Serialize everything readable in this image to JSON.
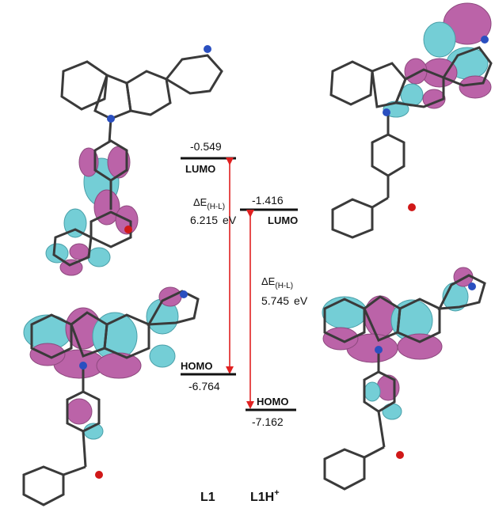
{
  "levels": {
    "l1_lumo": {
      "value": "-0.549",
      "label": "LUMO"
    },
    "l1_homo": {
      "value": "-6.764",
      "label": "HOMO"
    },
    "l1h_lumo": {
      "value": "-1.416",
      "label": "LUMO"
    },
    "l1h_homo": {
      "value": "-7.162",
      "label": "HOMO"
    }
  },
  "gaps": {
    "l1": {
      "symbol": "ΔE",
      "subscript": "(H-L)",
      "value": "6.215",
      "unit": "eV"
    },
    "l1h": {
      "symbol": "ΔE",
      "subscript": "(H-L)",
      "value": "5.745",
      "unit": "eV"
    }
  },
  "labels": {
    "l1": "L1",
    "l1h_main": "L1H",
    "l1h_sup": "+"
  },
  "colors": {
    "arrow": "#e02020",
    "orbital_cyan": "#5cc6d0",
    "orbital_magenta": "#b0489a",
    "atom_carbon": "#3a3a3a",
    "atom_nitrogen": "#2a4fc0",
    "atom_oxygen": "#d01818"
  }
}
